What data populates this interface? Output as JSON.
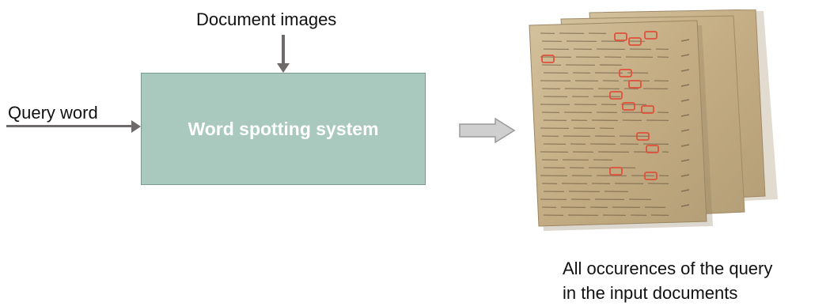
{
  "diagram": {
    "input_documents_label": "Document images",
    "input_query_label": "Query word",
    "system_label": "Word spotting system",
    "output_label_line1": "All occurences of the query",
    "output_label_line2": "in the input documents"
  },
  "colors": {
    "system_box_fill": "#a9c9bf",
    "arrow": "#6f6a6a",
    "parchment": "#c9b590",
    "highlight": "#e0503a"
  }
}
